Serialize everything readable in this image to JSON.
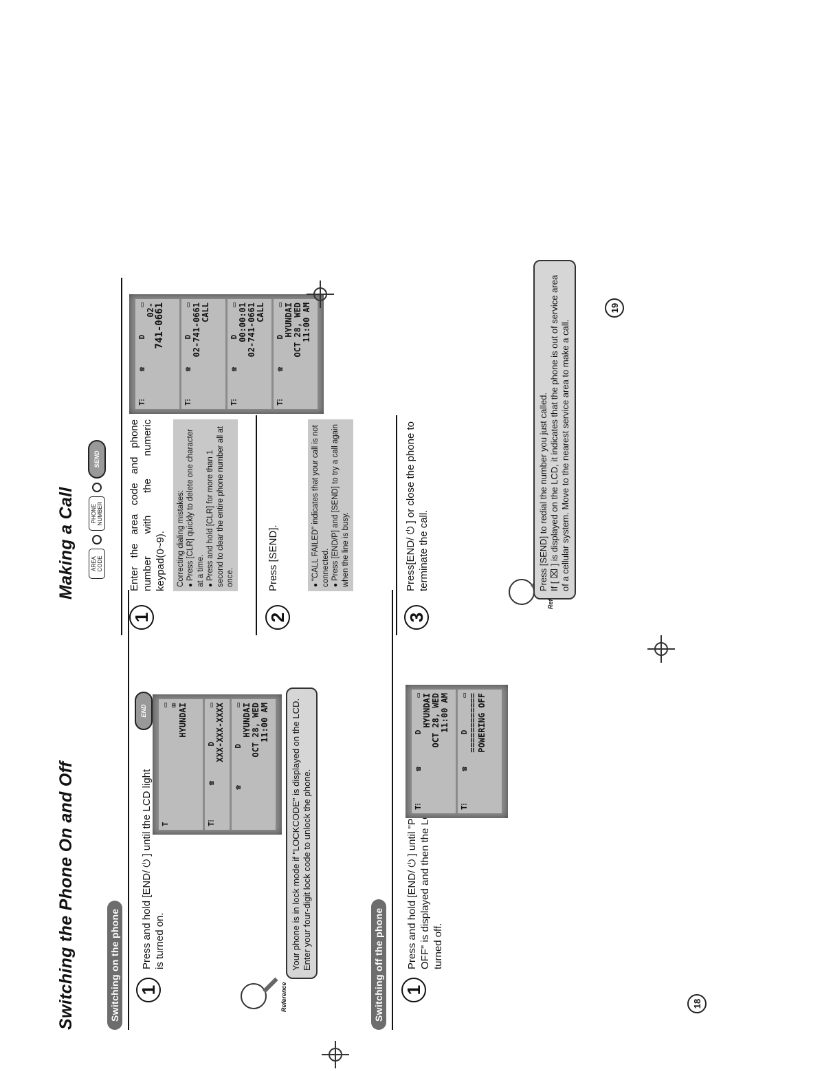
{
  "left": {
    "title": "Switching the Phone On and Off",
    "section_on": "Switching on the phone",
    "step_on": "Press and hold [END/ ⏻ ] until the LCD light is turned on.",
    "button_on": "END",
    "lcd_on": [
      {
        "icons": [
          "T",
          "",
          "",
          "▭"
        ],
        "lines": [
          "      ⌧",
          "  HYUNDAI"
        ]
      },
      {
        "icons": [
          "T⫶",
          "☎",
          "D",
          "▭"
        ],
        "lines": [
          "XXX-XXX-XXXX"
        ]
      },
      {
        "icons": [
          "",
          "☎",
          "D",
          "▭"
        ],
        "lines": [
          "   HYUNDAI",
          "OCT 28, WED",
          "   11:00 AM"
        ]
      }
    ],
    "reference_label": "Reference",
    "reference_on": "Your phone is in lock mode if \"LOCKCODE\" is displayed on the LCD. Enter your four-digit lock code to unlock the phone.",
    "section_off": "Switching off the phone",
    "step_off": "Press and hold [END/ ⏻ ] until \"POWERING OFF\" is displayed and then the LCD light is turned off.",
    "lcd_off": [
      {
        "icons": [
          "T⫶",
          "☎",
          "D",
          "▭"
        ],
        "lines": [
          "   HYUNDAI",
          "OCT 28, WED",
          "   11:00 AM"
        ]
      },
      {
        "icons": [
          "T⫶",
          "☎",
          "D",
          "▭"
        ],
        "lines": [
          "============",
          "POWERING OFF"
        ]
      }
    ],
    "page": "18"
  },
  "right": {
    "title": "Making a Call",
    "keys": [
      "AREA CODE",
      "PHONE NUMBER",
      "SEND"
    ],
    "step1": "Enter the area code and phone number with the numeric keypad(0~9).",
    "note1_head": "Correcting dialing mistakes:",
    "note1_items": [
      "Press [CLR] quickly to delete one character at a time.",
      "Press and hold [CLR] for more than 1 second to clear the entire phone number all at once."
    ],
    "step2": "Press [SEND].",
    "note2_items": [
      "\"CALL FAILED\" indicates that your call is not connected.",
      "Press [END/P] and [SEND] to try a call again when the line is busy."
    ],
    "step3": "Press[END/ ⏻ ] or close the phone to terminate the call.",
    "lcd": [
      {
        "icons": [
          "T⫶",
          "☎",
          "D",
          "▭"
        ],
        "lines": [
          "         02-",
          " 741-0661"
        ]
      },
      {
        "icons": [
          "T⫶",
          "☎",
          "D",
          "▭"
        ],
        "lines": [
          "02-741-0661",
          "       CALL"
        ]
      },
      {
        "icons": [
          "T⫶",
          "☎",
          "D",
          "▭"
        ],
        "lines": [
          "00:00:01",
          "02-741-0661",
          "       CALL"
        ]
      },
      {
        "icons": [
          "T⫶",
          "☎",
          "D",
          "▭"
        ],
        "lines": [
          "   HYUNDAI",
          "OCT 28, WED",
          "   11:00 AM"
        ]
      }
    ],
    "reference_label": "Reference",
    "reference_items": [
      "Press [SEND] to redial the number you just called.",
      "If [ ⌧ ] is displayed on the LCD, it indicates that the phone is out of service area of a cellular system. Move to the nearest service area to make a call."
    ],
    "page": "19"
  }
}
